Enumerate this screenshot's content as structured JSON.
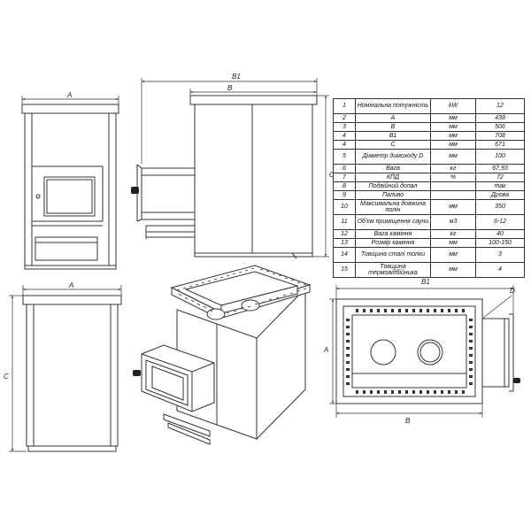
{
  "dimension_labels": {
    "front_width": "A",
    "side_total": "B1",
    "side_body": "B",
    "side_height": "C",
    "rear_width": "A",
    "rear_height": "C",
    "top_total": "B1",
    "top_depth": "A",
    "top_body": "B",
    "top_flue": "D"
  },
  "spec_table": [
    {
      "no": "1",
      "param": "Номінальна потужність",
      "unit": "kW",
      "value": "12"
    },
    {
      "no": "2",
      "param": "A",
      "unit": "мм",
      "value": "438"
    },
    {
      "no": "3",
      "param": "B",
      "unit": "мм",
      "value": "506"
    },
    {
      "no": "4",
      "param": "B1",
      "unit": "мм",
      "value": "708"
    },
    {
      "no": "4",
      "param": "C",
      "unit": "мм",
      "value": "671"
    },
    {
      "no": "5",
      "param": "Діаметр димоходу D",
      "unit": "мм",
      "value": "100"
    },
    {
      "no": "6",
      "param": "Вага",
      "unit": "кг",
      "value": "67,93"
    },
    {
      "no": "7",
      "param": "КПД",
      "unit": "%",
      "value": "72"
    },
    {
      "no": "8",
      "param": "Подвійний допал",
      "unit": "",
      "value": "так"
    },
    {
      "no": "9",
      "param": "Паливо",
      "unit": "",
      "value": "Дрова"
    },
    {
      "no": "10",
      "param": "Максимальна довжина полін",
      "unit": "мм",
      "value": "350"
    },
    {
      "no": "11",
      "param": "Об'єм приміщення сауни",
      "unit": "м3",
      "value": "6-12"
    },
    {
      "no": "12",
      "param": "Вага каміння",
      "unit": "кг",
      "value": "40"
    },
    {
      "no": "13",
      "param": "Розмір каміння",
      "unit": "мм",
      "value": "100-150"
    },
    {
      "no": "14",
      "param": "Товщина сталі топки",
      "unit": "мм",
      "value": "3"
    },
    {
      "no": "15",
      "param": "Товщина термовідбійника",
      "unit": "мм",
      "value": "4"
    }
  ]
}
